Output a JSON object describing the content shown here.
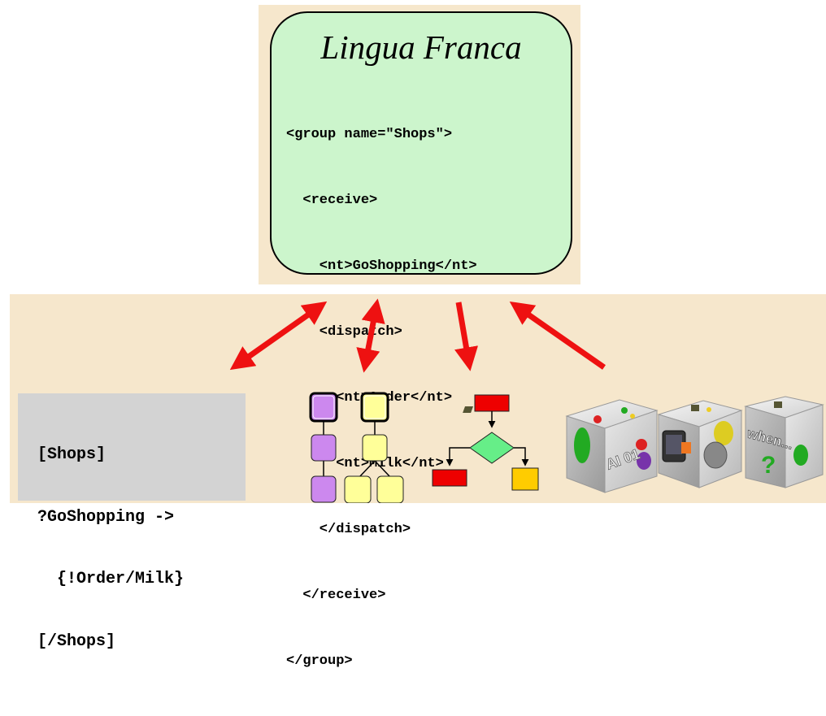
{
  "lingua_franca": {
    "title": "Lingua Franca",
    "code_lines": [
      "<group name=\"Shops\">",
      "  <receive>",
      "    <nt>GoShopping</nt>",
      "    <dispatch>",
      "      <nt>Order</nt>",
      "      <nt>Milk</nt>",
      "    </dispatch>",
      "  </receive>",
      "</group>"
    ]
  },
  "rule_notation": {
    "lines": [
      "[Shops]",
      "?GoShopping ->",
      "  {!Order/Milk}",
      "[/Shops]"
    ]
  },
  "cube_labels": [
    "AI 01",
    "when..."
  ],
  "colors": {
    "panel_bg": "#f6e7cc",
    "lingua_bg": "#ccf5cc",
    "arrow_red": "#ee1111",
    "purple": "#cc88ee",
    "yellow": "#ffff99",
    "flow_red": "#ee0000",
    "flow_green": "#66ee88",
    "flow_orange": "#ffcc00",
    "rule_bg": "#d3d3d3"
  },
  "icons": [
    "bidirectional-arrow-icon",
    "arrow-icon",
    "hierarchy-tree-icon",
    "flowchart-icon",
    "cube-icon"
  ]
}
